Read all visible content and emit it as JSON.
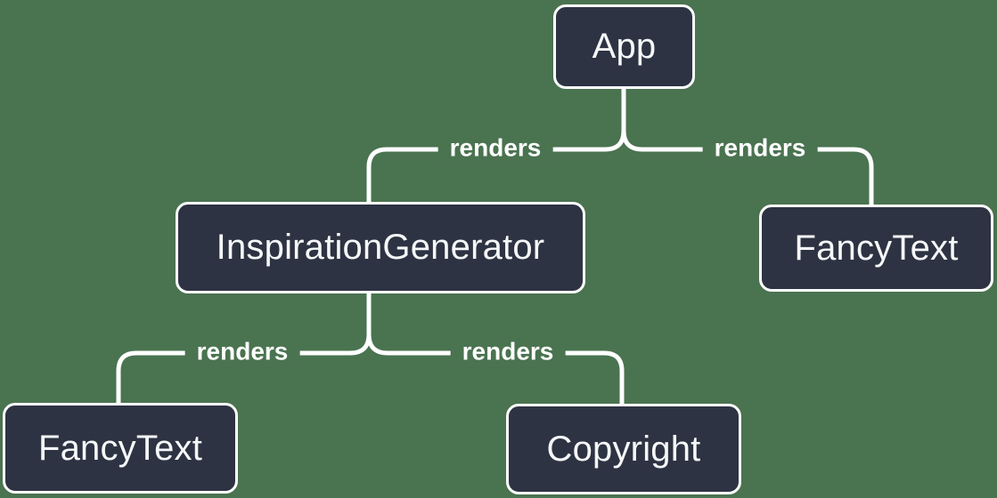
{
  "diagram": {
    "type": "render-tree",
    "description": "React component render tree",
    "colors": {
      "background": "#4A7350",
      "node_fill": "#2D3342",
      "node_border": "#FFFFFF",
      "edge_line": "#FFFFFF",
      "node_text": "#F6F7F9",
      "edge_label_text": "#FFFFFF"
    },
    "nodes": [
      {
        "id": "app",
        "label": "App"
      },
      {
        "id": "inspiration-generator",
        "label": "InspirationGenerator"
      },
      {
        "id": "fancy-text-right",
        "label": "FancyText"
      },
      {
        "id": "fancy-text-left",
        "label": "FancyText"
      },
      {
        "id": "copyright",
        "label": "Copyright"
      }
    ],
    "edges": [
      {
        "from": "app",
        "to": "inspiration-generator",
        "label": "renders"
      },
      {
        "from": "app",
        "to": "fancy-text-right",
        "label": "renders"
      },
      {
        "from": "inspiration-generator",
        "to": "fancy-text-left",
        "label": "renders"
      },
      {
        "from": "inspiration-generator",
        "to": "copyright",
        "label": "renders"
      }
    ]
  }
}
